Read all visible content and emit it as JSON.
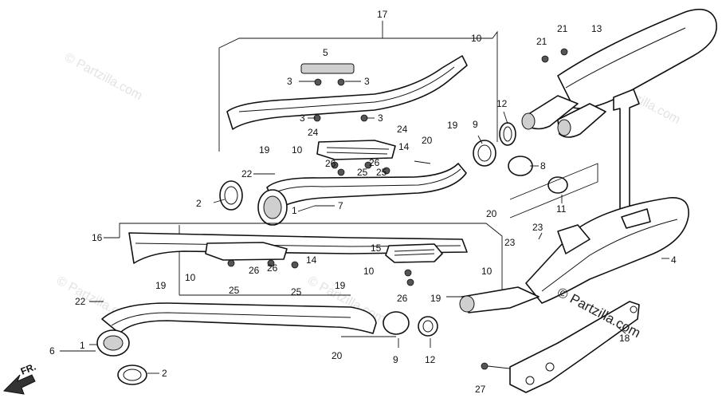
{
  "diagram": {
    "watermark_text": "© Partzilla.com",
    "brand_watermark_prefix": "©",
    "brand_watermark_name": "Partzilla.com",
    "direction_label": "FR.",
    "callouts": {
      "c17": "17",
      "c5": "5",
      "c3a": "3",
      "c3b": "3",
      "c3c": "3",
      "c3d": "3",
      "c10a": "10",
      "c10b": "10",
      "c10c": "10",
      "c10d": "10",
      "c10e": "10",
      "c19a": "19",
      "c19b": "19",
      "c19c": "19",
      "c19d": "19",
      "c19e": "19",
      "c24a": "24",
      "c24b": "24",
      "c14a": "14",
      "c14b": "14",
      "c26a": "26",
      "c26b": "26",
      "c26c": "26",
      "c26d": "26",
      "c26e": "26",
      "c25a": "25",
      "c25b": "25",
      "c25c": "25",
      "c25d": "25",
      "c22a": "22",
      "c22b": "22",
      "c2a": "2",
      "c2b": "2",
      "c1a": "1",
      "c1b": "1",
      "c7": "7",
      "c6": "6",
      "c16": "16",
      "c15": "15",
      "c20a": "20",
      "c20b": "20",
      "c20c": "20",
      "c9a": "9",
      "c9b": "9",
      "c12a": "12",
      "c12b": "12",
      "c8": "8",
      "c11": "11",
      "c21a": "21",
      "c21b": "21",
      "c13": "13",
      "c23a": "23",
      "c23b": "23",
      "c4": "4",
      "c18": "18",
      "c27": "27"
    }
  }
}
